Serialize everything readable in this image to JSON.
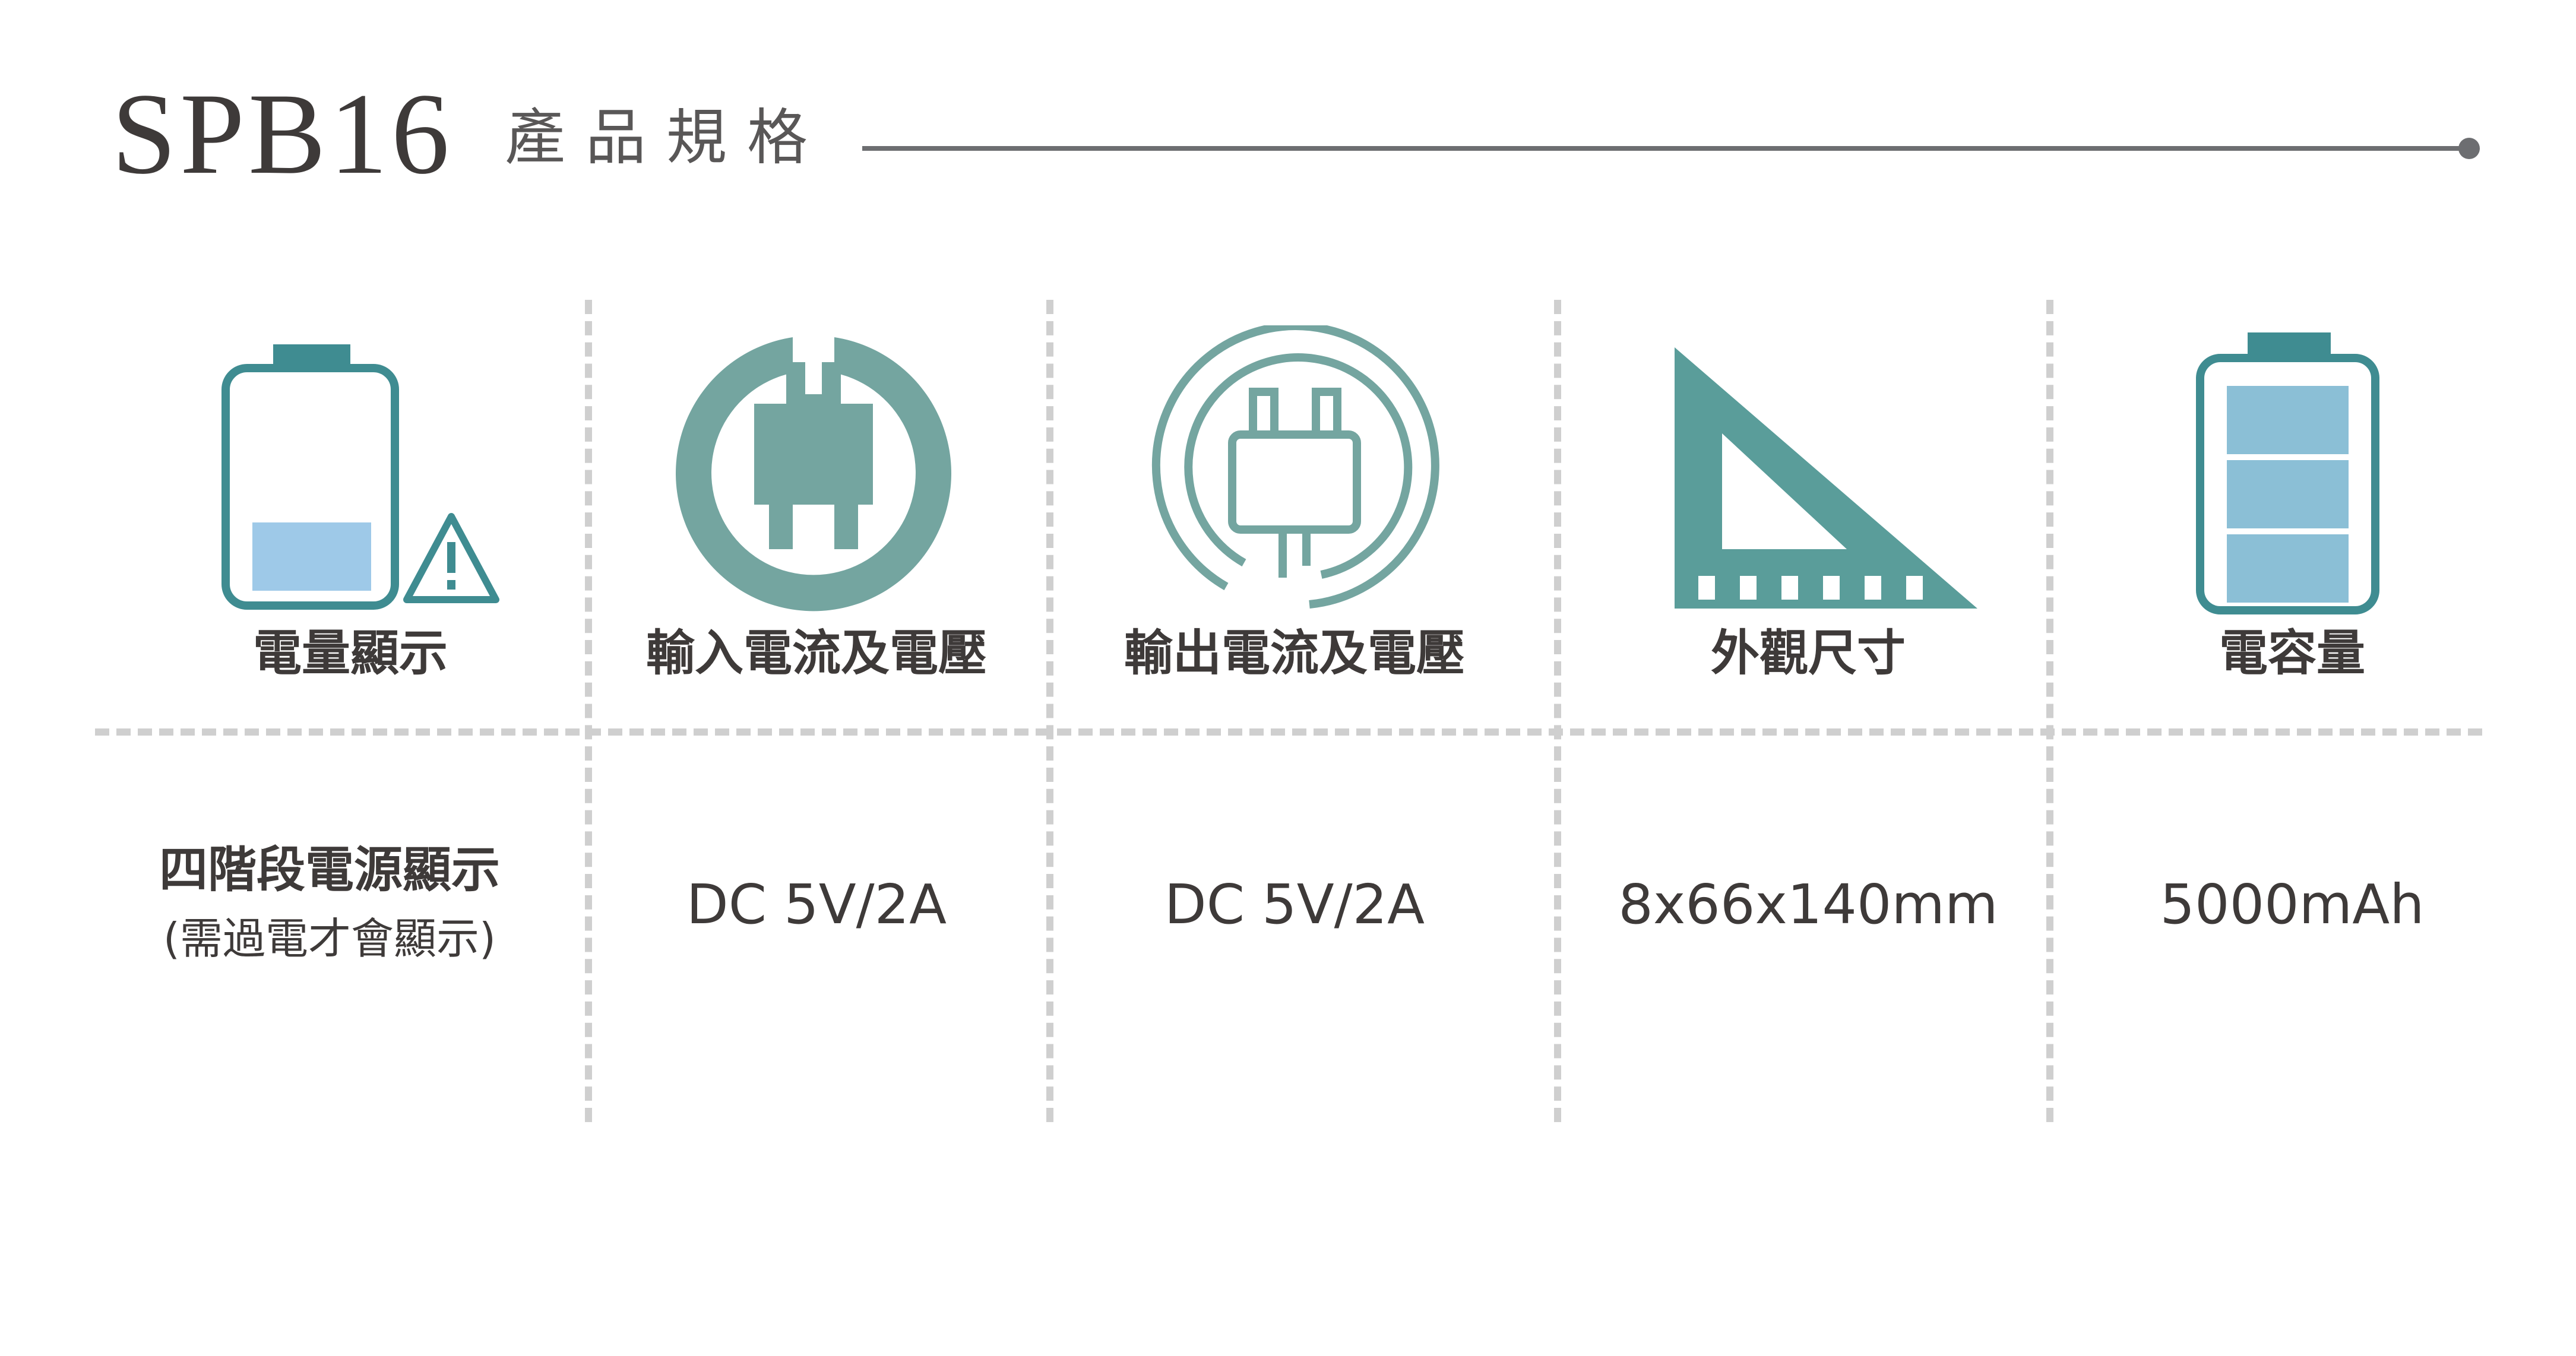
{
  "header": {
    "model": "SPB16",
    "subtitle": "產品規格"
  },
  "colors": {
    "teal": "#3f8c91",
    "teal_light": "#74a5a0",
    "ruler": "#5a9d9a",
    "battery_fill": "#9ec9e8",
    "battery_cells": "#8bbfd6",
    "rule": "#6d6e71",
    "dash": "#cfcfcf"
  },
  "specs": [
    {
      "icon": "battery-low-warning-icon",
      "label": "電量顯示",
      "value": "四階段電源顯示",
      "note": "(需過電才會顯示)"
    },
    {
      "icon": "power-plug-input-icon",
      "label": "輸入電流及電壓",
      "value": "DC 5V/2A"
    },
    {
      "icon": "power-plug-output-icon",
      "label": "輸出電流及電壓",
      "value": "DC 5V/2A"
    },
    {
      "icon": "triangle-ruler-icon",
      "label": "外觀尺寸",
      "value": "8x66x140mm"
    },
    {
      "icon": "battery-full-icon",
      "label": "電容量",
      "value": "5000mAh"
    }
  ]
}
